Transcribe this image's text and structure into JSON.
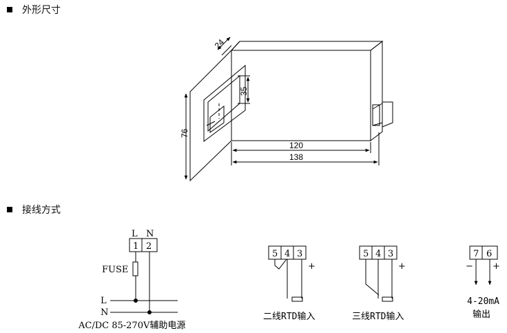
{
  "section_dimensions": {
    "title": "外形尺寸"
  },
  "dimensions": {
    "depth": "24",
    "height": "76",
    "slot": "35",
    "inner_width": "120",
    "outer_width": "138"
  },
  "section_wiring": {
    "title": "接线方式"
  },
  "power": {
    "line_labels": [
      "L",
      "N"
    ],
    "terminals": [
      "1",
      "2"
    ],
    "fuse": "FUSE",
    "bus_labels": [
      "L",
      "N"
    ],
    "caption": "AC/DC 85-270V辅助电源"
  },
  "rtd2": {
    "terminals": [
      "5",
      "4",
      "3"
    ],
    "plus": "+",
    "caption": "二线RTD输入"
  },
  "rtd3": {
    "terminals": [
      "5",
      "4",
      "3"
    ],
    "plus": "+",
    "caption": "三线RTD输入"
  },
  "output": {
    "terminals": [
      "7",
      "6"
    ],
    "minus": "−",
    "plus": "+",
    "caption_line1": "4-20mA",
    "caption_line2": "输出"
  }
}
